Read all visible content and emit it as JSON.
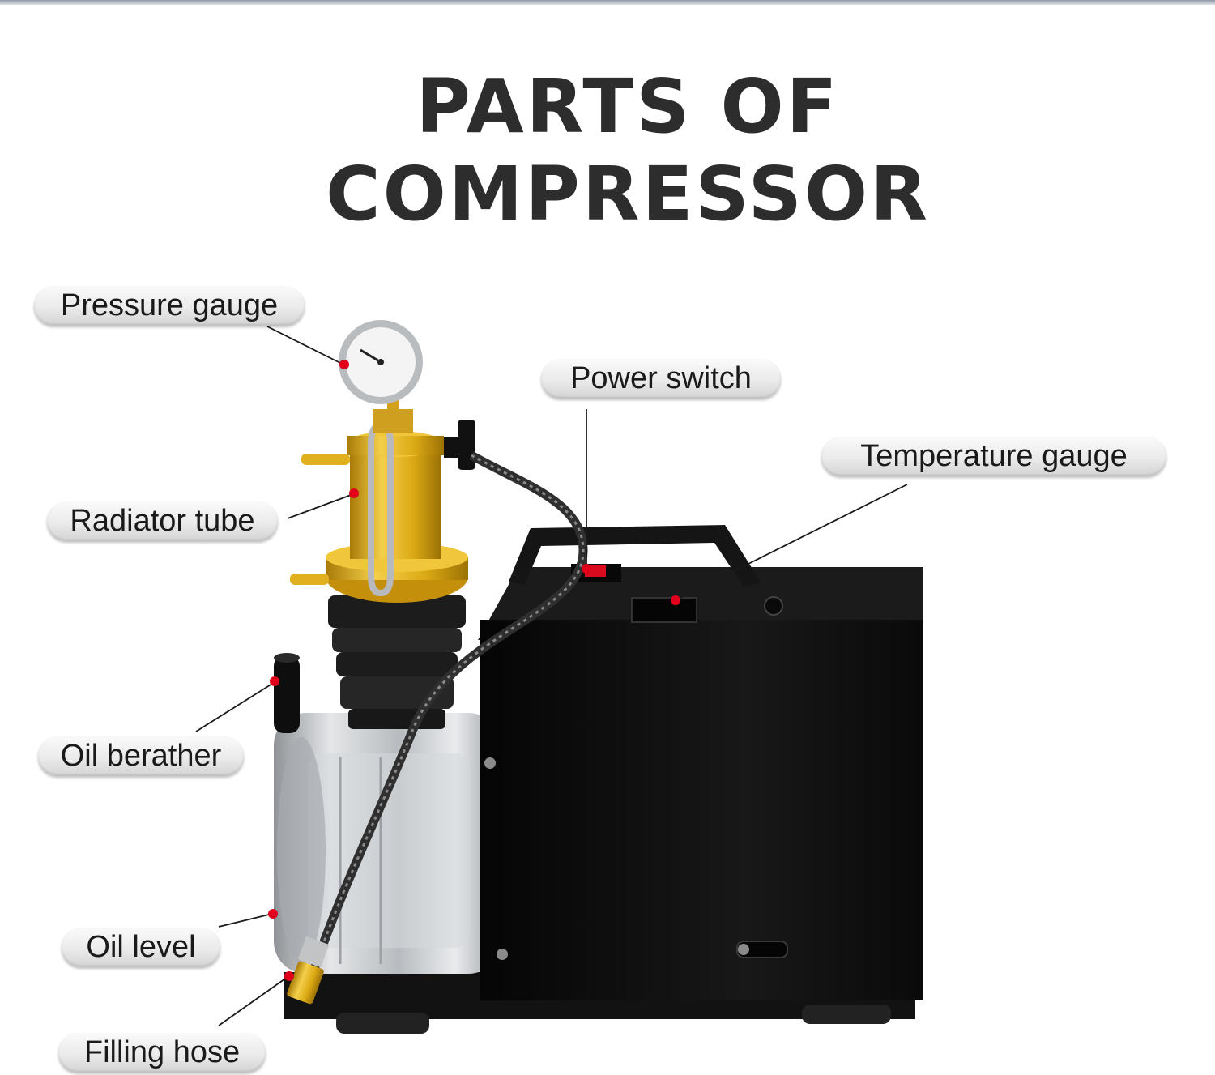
{
  "title": {
    "line1": "PARTS OF",
    "line2": "COMPRESSOR"
  },
  "labels": {
    "pressure_gauge": "Pressure gauge",
    "power_switch": "Power switch",
    "temperature_gauge": "Temperature gauge",
    "radiator_tube": "Radiator tube",
    "oil_berather": "Oil berather",
    "oil_level": "Oil level",
    "filling_hose": "Filling hose"
  },
  "colors": {
    "title": "#2d2d2d",
    "marker": "#e0001b",
    "cabinet": "#111111",
    "brass": "#e3b11c",
    "aluminum": "#c9cccf"
  }
}
